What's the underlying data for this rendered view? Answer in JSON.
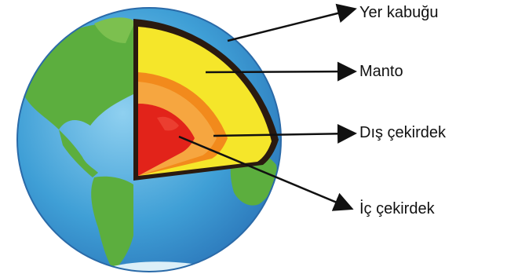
{
  "labels": {
    "crust": "Yer kabuğu",
    "mantle": "Manto",
    "outer_core": "Dış çekirdek",
    "inner_core": "İç çekirdek"
  },
  "colors": {
    "ocean": "#3f9fd6",
    "land": "#5cae3e",
    "crust": "#2a1a10",
    "mantle": "#f5e62a",
    "outer_core": "#f28a1c",
    "inner_core": "#e2231a",
    "arrow": "#111111"
  }
}
